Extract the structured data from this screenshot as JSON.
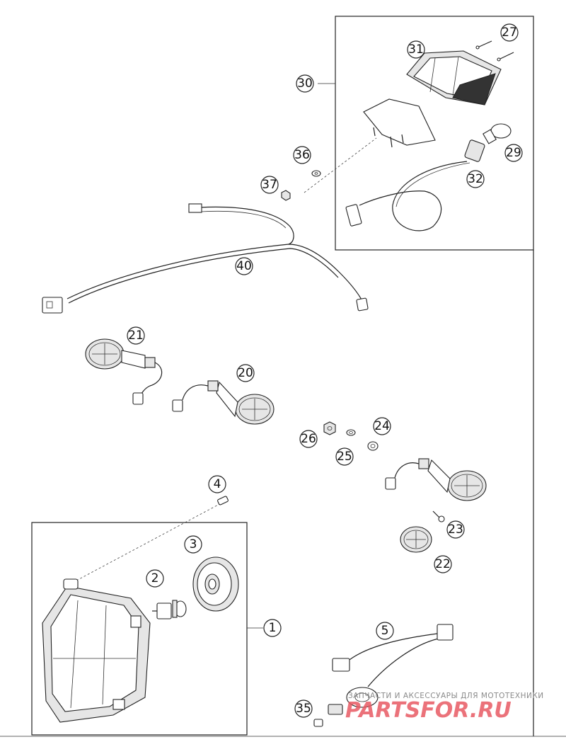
{
  "callouts": {
    "c1": "1",
    "c2": "2",
    "c3": "3",
    "c4": "4",
    "c5": "5",
    "c20": "20",
    "c21": "21",
    "c22": "22",
    "c23": "23",
    "c24": "24",
    "c25": "25",
    "c26": "26",
    "c27": "27",
    "c29": "29",
    "c30": "30",
    "c31": "31",
    "c32": "32",
    "c35": "35",
    "c36": "36",
    "c37": "37",
    "c40": "40"
  },
  "watermark": {
    "caption": "ЗАПЧАСТИ И АКСЕССУАРЫ ДЛЯ МОТОТЕХНИКИ",
    "logo": "PARTSFOR.RU",
    "logo_color": "#e85a63"
  }
}
